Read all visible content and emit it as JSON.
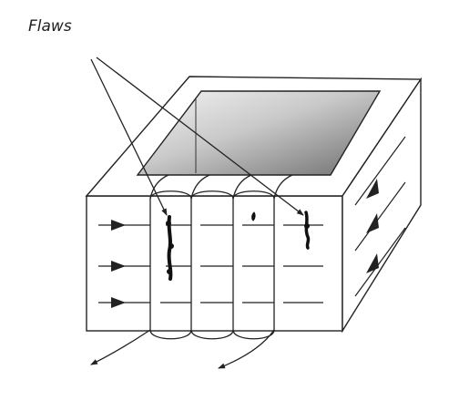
{
  "figure": {
    "label": "Flaws"
  },
  "colors": {
    "line": "#222222",
    "flaw": "#111111",
    "window_light": "#f2f2f2",
    "window_dark": "#7d7d7d"
  },
  "icons": {
    "flaw_mark": "crack-mark",
    "flux_arrow": "arrow-right",
    "pointer": "leader-line"
  }
}
